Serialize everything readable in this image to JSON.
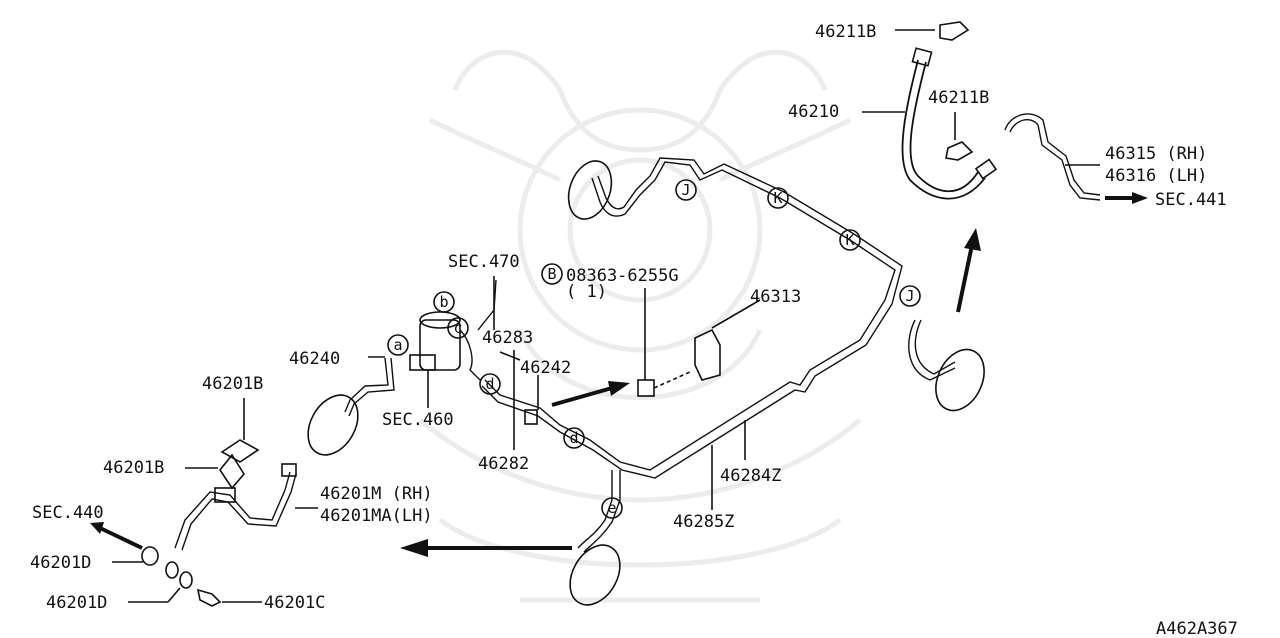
{
  "parts": {
    "p46211B_top": "46211B",
    "p46210": "46210",
    "p46211B_mid": "46211B",
    "p46315": "46315 (RH)",
    "p46316": "46316 (LH)",
    "sec441": "SEC.441",
    "sec470": "SEC.470",
    "bolt_code": "08363-6255G",
    "bolt_qty": "( 1)",
    "p46313": "46313",
    "p46283": "46283",
    "p46242": "46242",
    "p46240": "46240",
    "sec460": "SEC.460",
    "p46201B_a": "46201B",
    "p46201B_b": "46201B",
    "p46282": "46282",
    "p46284Z": "46284Z",
    "p46285Z": "46285Z",
    "p46201M": "46201M  (RH)",
    "p46201MA": "46201MA(LH)",
    "sec440": "SEC.440",
    "p46201D_a": "46201D",
    "p46201D_b": "46201D",
    "p46201C": "46201C"
  },
  "markers": {
    "a": "a",
    "b": "b",
    "c": "c",
    "d1": "d",
    "d2": "d",
    "e": "e",
    "j1": "J",
    "j2": "J",
    "k1": "K",
    "k2": "K",
    "B": "B"
  },
  "figure_id": "A462A367"
}
